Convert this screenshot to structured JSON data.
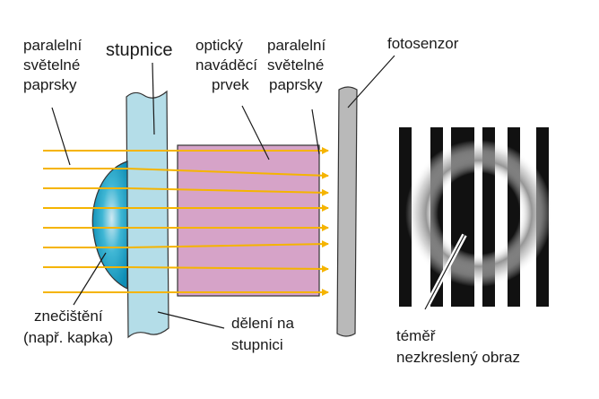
{
  "labels": {
    "parallel_left": [
      "paralelní",
      "světelné",
      "paprsky"
    ],
    "scale": "stupnice",
    "optical_element": [
      "optický",
      "naváděcí",
      "prvek"
    ],
    "parallel_right": [
      "paralelní",
      "světelné",
      "paprsky"
    ],
    "photosensor": "fotosenzor",
    "contamination": [
      "znečištění",
      "(např. kapka)"
    ],
    "scale_division": [
      "dělení na",
      "stupnici"
    ],
    "image": [
      "téměř",
      "nezkreslený obraz"
    ]
  },
  "colors": {
    "ray": "#f5b400",
    "scale_fill": "#b4dde8",
    "prism_fill": "#d6a3c8",
    "drop_fill": "#1aa9cc",
    "sensor_fill": "#b9b9b9",
    "bar_fill": "#111111"
  },
  "icons": [
    "ray-arrow-icon",
    "drop-icon"
  ]
}
